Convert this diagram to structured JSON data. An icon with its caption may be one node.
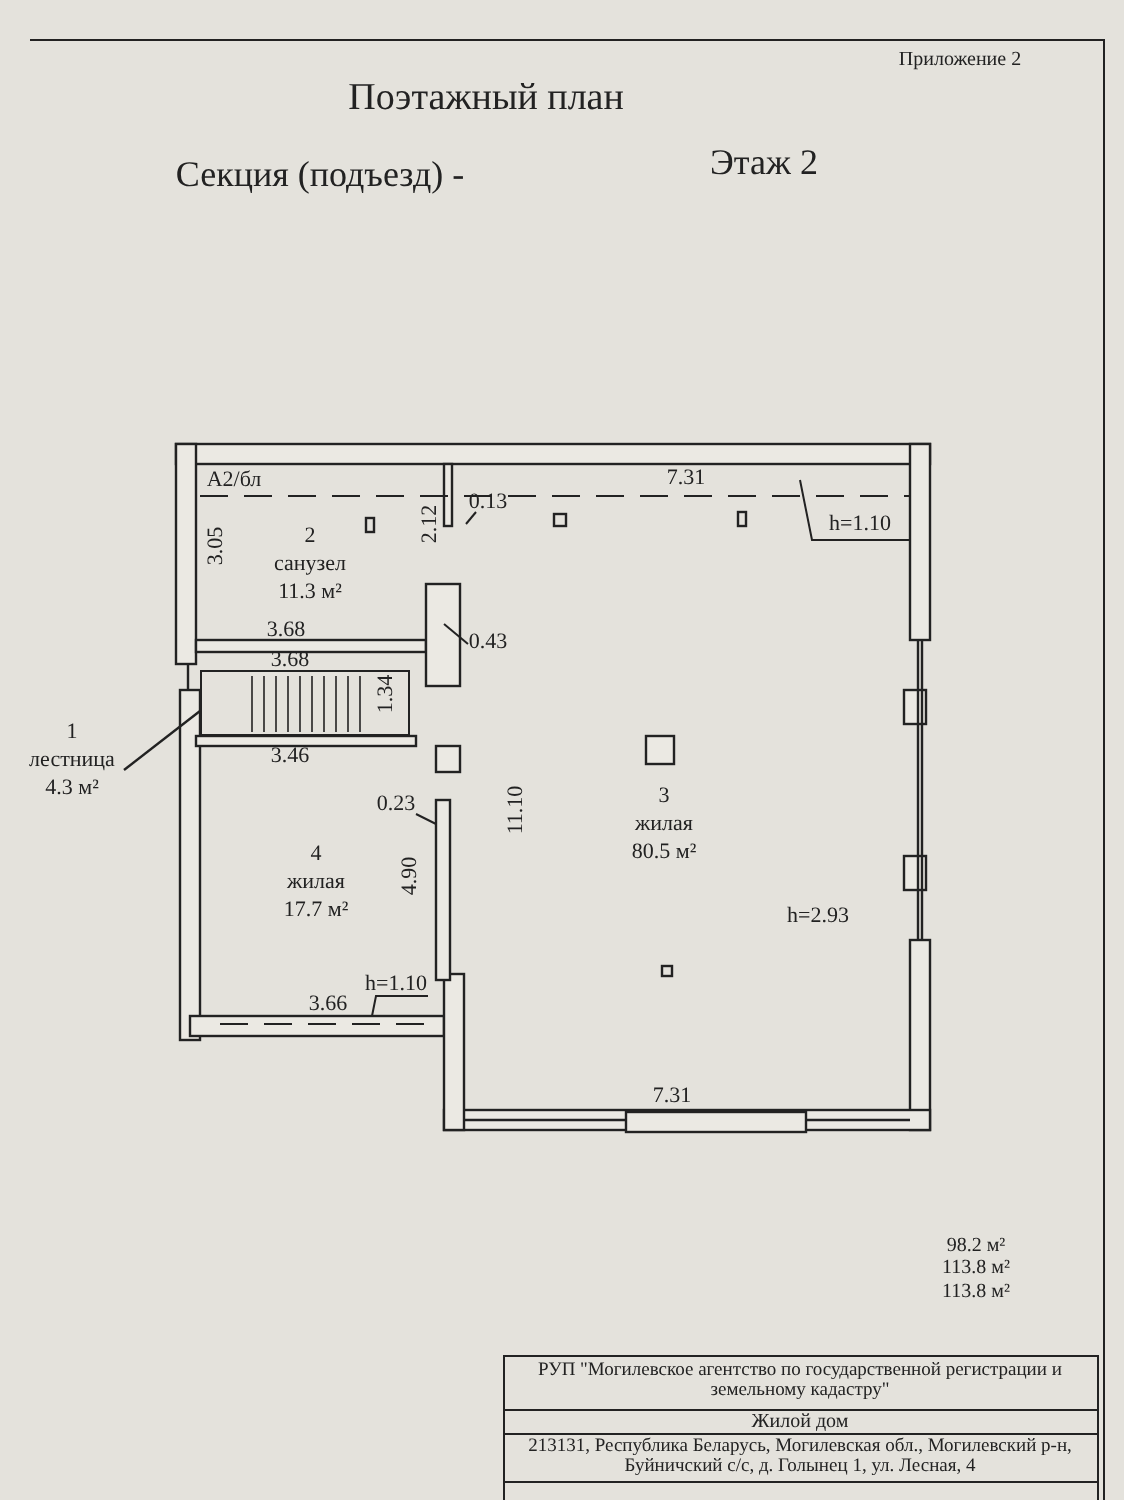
{
  "diagram": {
    "title": "Поэтажный план",
    "nodes": [
      {
        "text": [
          "1",
          "лестница",
          "4.3 м²"
        ]
      },
      {
        "text": [
          "2",
          "санузел",
          "11.3 м²"
        ]
      },
      {
        "text": [],
        "shape": "picture"
      },
      {
        "text": [
          "3",
          "жилая",
          "80.5 м²"
        ]
      },
      {
        "text": [
          "4",
          "жилая",
          "17.7 м²"
        ]
      }
    ],
    "edges": [
      {
        "from": 0,
        "to": 2,
        "arrow": "none"
      }
    ],
    "labels": [
      "Приложение 2",
      "Секция (подъезд) -",
      "Этаж 2",
      "A2/бл",
      "7.31",
      "h=1.10",
      "3.05",
      "2.12",
      "0.13",
      "3.68",
      "0.43",
      "3.68",
      "1.34",
      "3.46",
      "0.23",
      "11.10",
      "4.90",
      "h=2.93",
      "h=1.10",
      "3.66",
      "7.31",
      "98.2 м²",
      "113.8 м²",
      "113.8 м²",
      "РУП \"Могилевское агентство по государственной регистрации и земельному кадастру\"",
      "Жилой дом",
      "213131, Республика Беларусь, Могилевская обл., Могилевский р-н, Буйничский с/с, д. Голынец 1, ул. Лесная, 4"
    ]
  }
}
